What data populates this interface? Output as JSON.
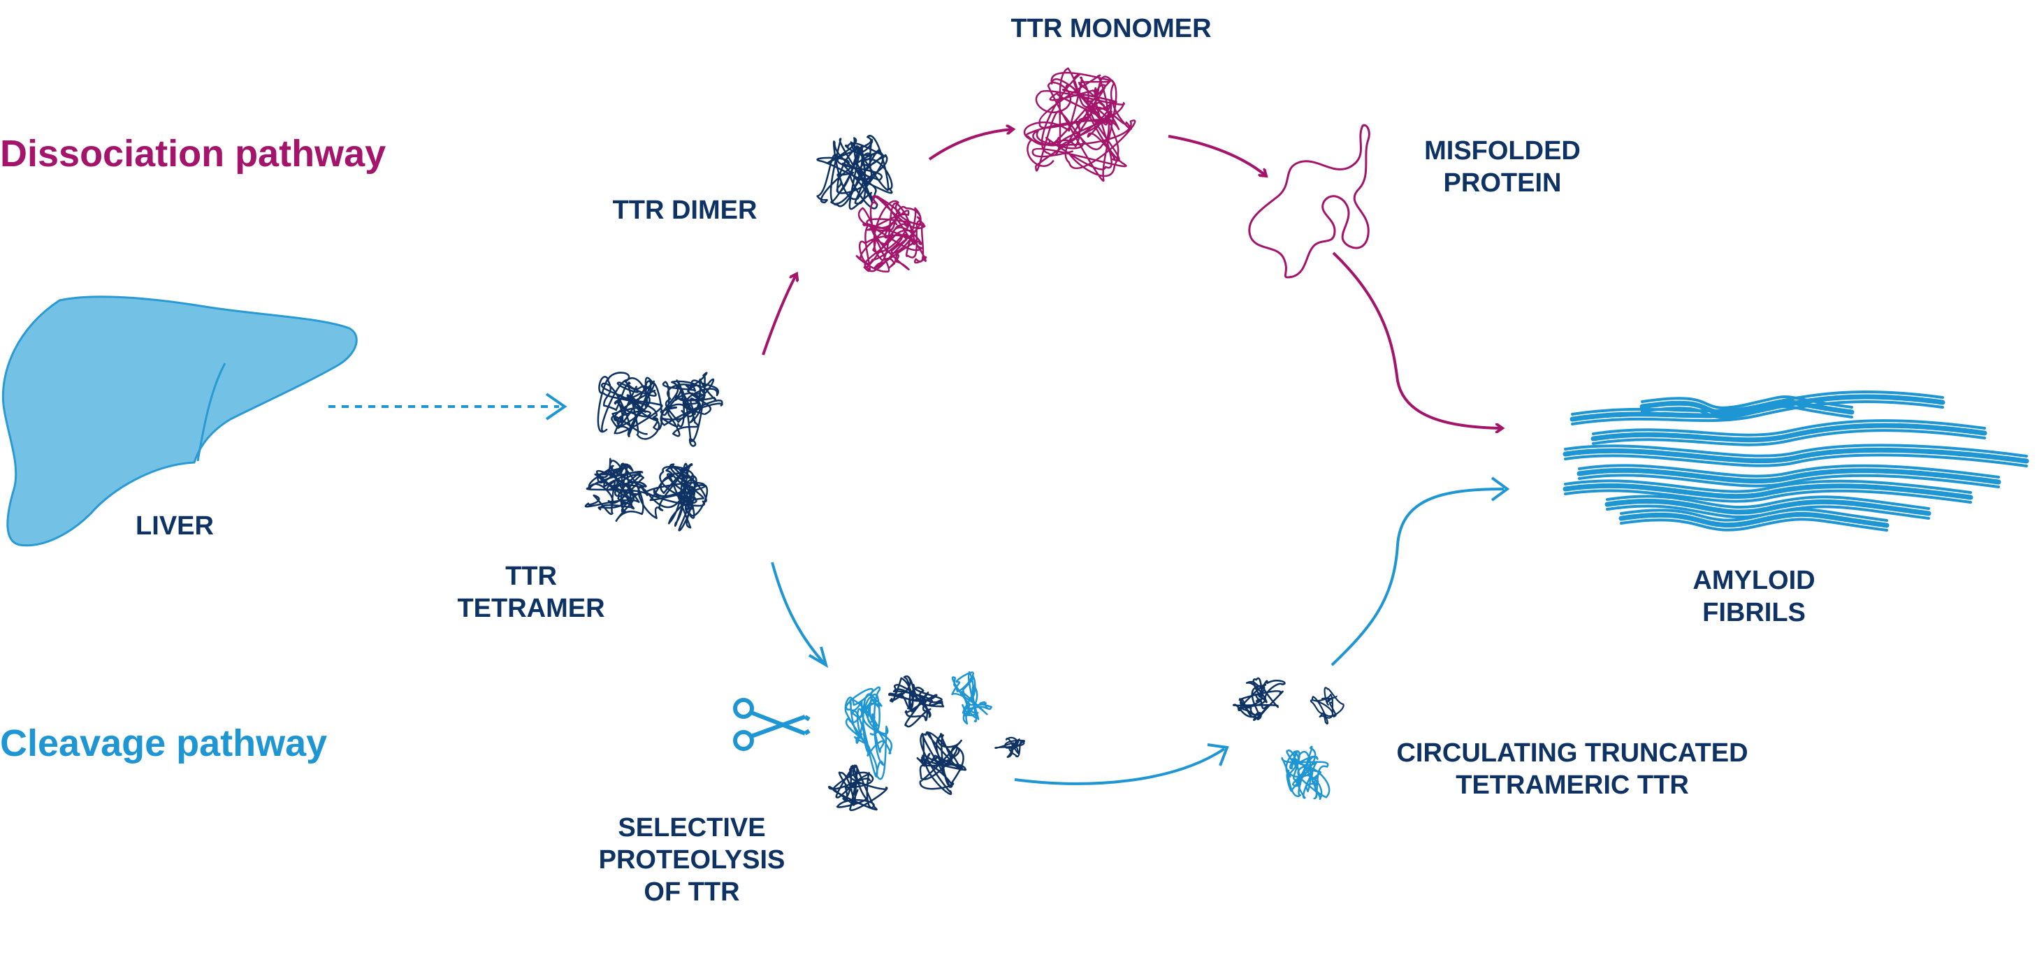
{
  "titles": {
    "dissociation": "Dissociation pathway",
    "cleavage": "Cleavage pathway"
  },
  "labels": {
    "liver": "LIVER",
    "tetramer": [
      "TTR",
      "TETRAMER"
    ],
    "dimer": "TTR DIMER",
    "monomer": "TTR MONOMER",
    "misfolded": [
      "MISFOLDED",
      "PROTEIN"
    ],
    "fibrils": [
      "AMYLOID",
      "FIBRILS"
    ],
    "proteolysis": [
      "SELECTIVE",
      "PROTEOLYSIS",
      "OF TTR"
    ],
    "circulating": [
      "CIRCULATING TRUNCATED",
      "TETRAMERIC TTR"
    ]
  },
  "icons": {
    "liver": "liver-icon",
    "tetramer": "ttr-tetramer-icon",
    "dimer": "ttr-dimer-icon",
    "monomer": "ttr-monomer-icon",
    "misfolded": "misfolded-protein-icon",
    "fibrils": "amyloid-fibrils-icon",
    "scissors": "scissors-icon",
    "fragments": "proteolysis-fragments-icon",
    "truncated": "truncated-tetramer-icon"
  },
  "colors": {
    "dissociation": "#a3146a",
    "cleavage": "#1f96d4",
    "dark_protein": "#0d3263",
    "liver_fill": "#74c1e6",
    "liver_stroke": "#2a9ad4",
    "text": "#0d3263"
  }
}
